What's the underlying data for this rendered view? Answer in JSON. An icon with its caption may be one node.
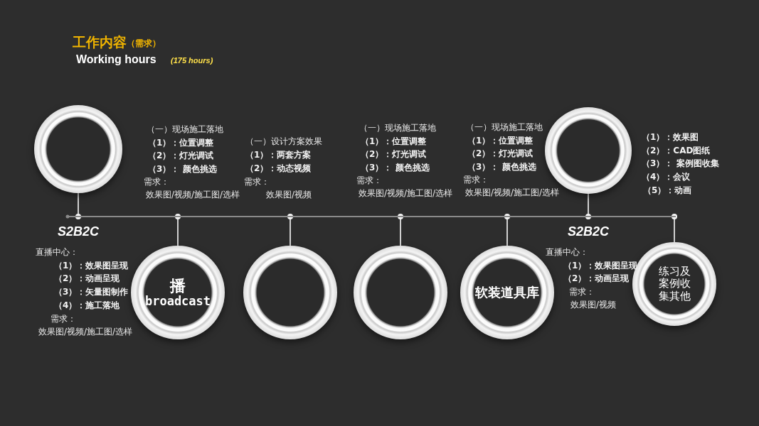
{
  "diagram": {
    "title": "工作内容",
    "nodes": [
      {
        "text": [],
        "shape": "bar"
      },
      {
        "text": [],
        "shape": "circle"
      },
      {
        "text": [
          "播",
          "broadcast"
        ]
      },
      {
        "text": [],
        "shape": "circle"
      },
      {
        "text": [],
        "shape": "circle"
      },
      {
        "text": [
          "软装道具库"
        ]
      },
      {
        "text": [],
        "shape": "circle"
      },
      {
        "text": [
          "练习及案例收集其他"
        ]
      }
    ],
    "edges": [
      {
        "from": 1,
        "to": 0,
        "arrow": "none"
      },
      {
        "from": 2,
        "to": 0,
        "arrow": "none"
      },
      {
        "from": 3,
        "to": 0,
        "arrow": "none"
      },
      {
        "from": 4,
        "to": 0,
        "arrow": "none"
      },
      {
        "from": 5,
        "to": 0,
        "arrow": "none"
      },
      {
        "from": 6,
        "to": 0,
        "arrow": "none"
      },
      {
        "from": 7,
        "to": 0,
        "arrow": "none"
      }
    ],
    "labels": [
      "（需求）",
      "Working hours",
      "(175 hours)",
      "（一）现场施工落地",
      "（1）：位置调整",
      "（2）：灯光调试",
      "（3）： 颜色挑选",
      "需求：",
      "效果图/视频/施工图/选样",
      "（一）设计方案效果",
      "（1）：两套方案",
      "（2）：动态视频",
      "需求：",
      "效果图/视频",
      "（一）现场施工落地",
      "（1）：位置调整",
      "（2）：灯光调试",
      "（3）： 颜色挑选",
      "需求：",
      "效果图/视频/施工图/选样",
      "（一）现场施工落地",
      "（1）：位置调整",
      "（2）：灯光调试",
      "（3）： 颜色挑选",
      "需求：",
      "效果图/视频/施工图/选样",
      "（1）：效果图",
      "（2）：CAD图纸",
      "（3）： 案例图收集",
      "（4）：会议",
      "（5）：动画",
      "S2B2C",
      "直播中心：",
      "（1）：效果图呈现",
      "（2）：动画呈现",
      "（3）：矢量图制作",
      "（4）：施工落地",
      "需求：",
      "效果图/视频/施工图/选样",
      "S2B2C",
      "直播中心：",
      "（1）：效果图呈现",
      "（2）：动画呈现",
      "需求：",
      "效果图/视频"
    ]
  }
}
